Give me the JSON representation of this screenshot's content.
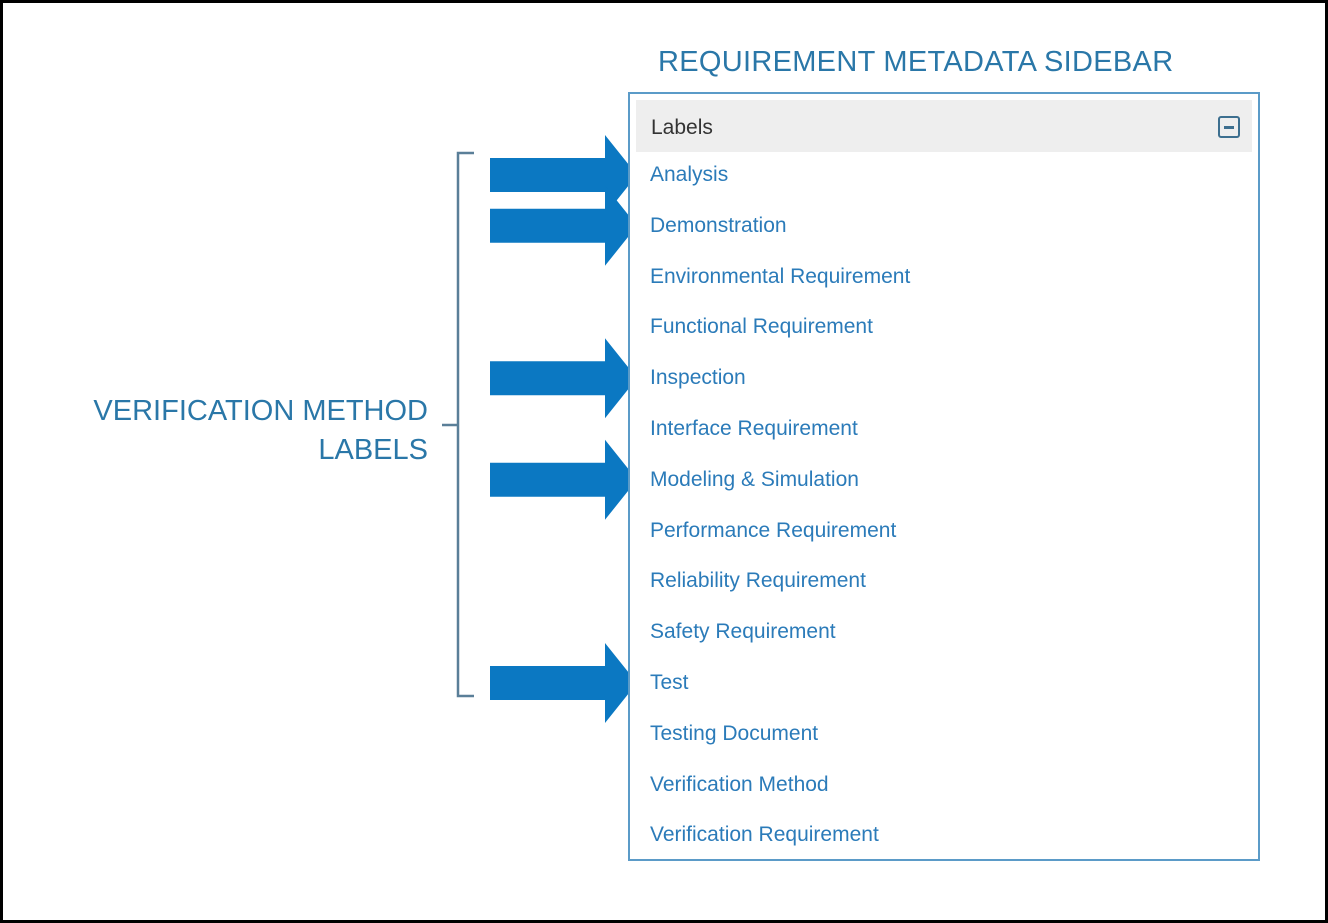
{
  "annotations": {
    "sidebar_title": "REQUIREMENT  METADATA SIDEBAR",
    "verification_line1": "VERIFICATION METHOD",
    "verification_line2": "LABELS"
  },
  "sidebar": {
    "header": "Labels",
    "collapse_icon": "minus-square-icon",
    "items": [
      {
        "label": "Analysis",
        "arrow": true
      },
      {
        "label": "Demonstration",
        "arrow": true
      },
      {
        "label": "Environmental Requirement",
        "arrow": false
      },
      {
        "label": "Functional Requirement",
        "arrow": false
      },
      {
        "label": "Inspection",
        "arrow": true
      },
      {
        "label": "Interface Requirement",
        "arrow": false
      },
      {
        "label": "Modeling & Simulation",
        "arrow": true
      },
      {
        "label": "Performance Requirement",
        "arrow": false
      },
      {
        "label": "Reliability Requirement",
        "arrow": false
      },
      {
        "label": "Safety Requirement",
        "arrow": false
      },
      {
        "label": "Test",
        "arrow": true
      },
      {
        "label": "Testing Document",
        "arrow": false
      },
      {
        "label": "Verification Method",
        "arrow": false
      },
      {
        "label": "Verification Requirement",
        "arrow": false
      }
    ]
  },
  "colors": {
    "accent": "#2a77a8",
    "arrow": "#0b78c2",
    "link": "#2b7bb9"
  }
}
